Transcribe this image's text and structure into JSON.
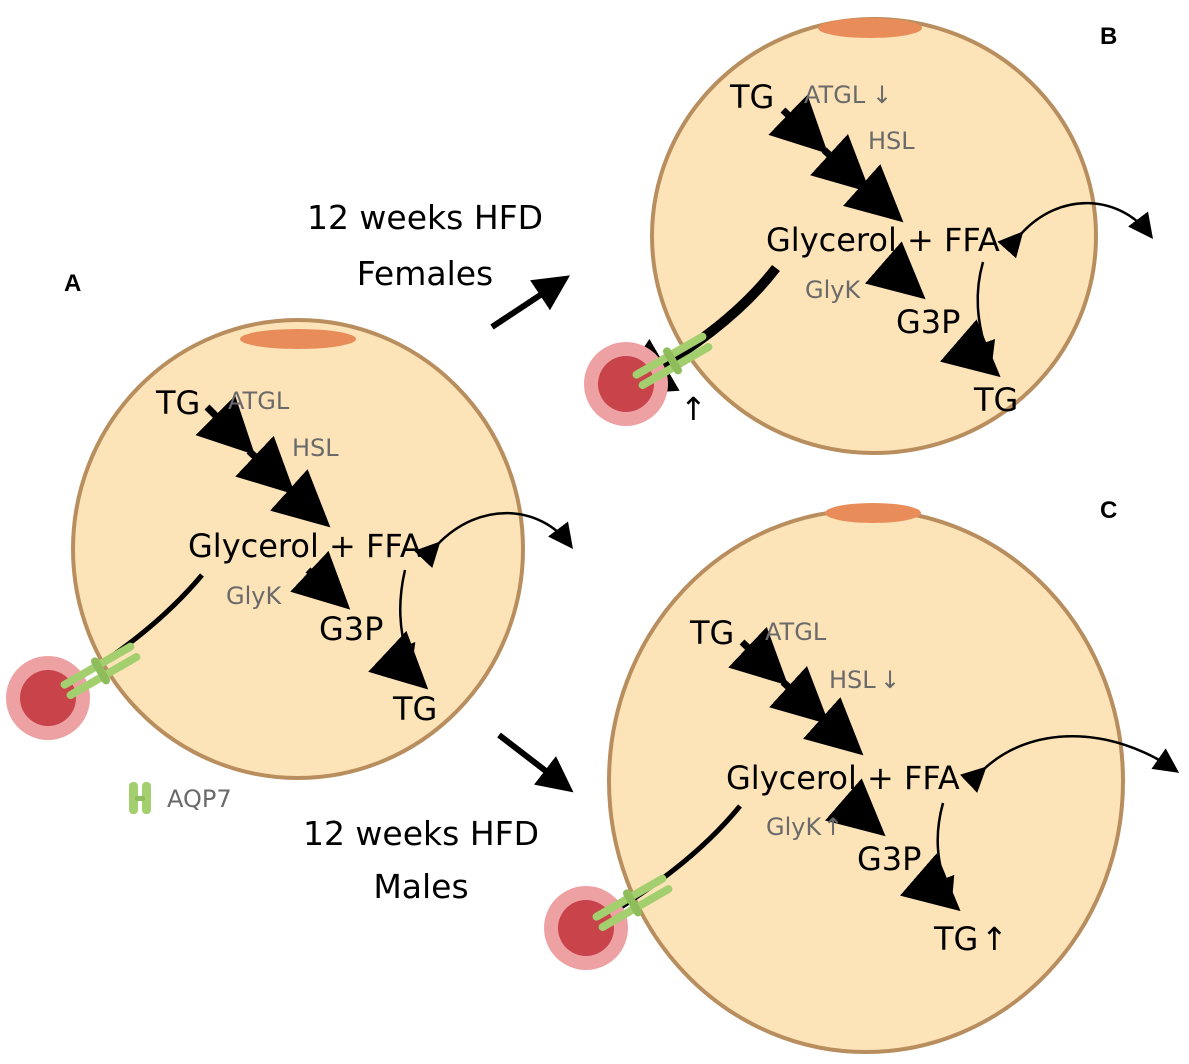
{
  "panels": {
    "A": {
      "letter": "A",
      "tg": "TG",
      "atgl": "ATGL",
      "hsl": "HSL",
      "glycerol_ffa": "Glycerol + FFA",
      "glyk": "GlyK",
      "g3p": "G3P",
      "tg_end": "TG"
    },
    "B": {
      "letter": "B",
      "tg": "TG",
      "atgl": "ATGL",
      "atgl_mark": "↓",
      "hsl": "HSL",
      "glycerol_ffa": "Glycerol + FFA",
      "glyk": "GlyK",
      "g3p": "G3P",
      "tg_end": "TG",
      "aqp7_mark": "↑"
    },
    "C": {
      "letter": "C",
      "tg": "TG",
      "atgl": "ATGL",
      "hsl": "HSL",
      "hsl_mark": "↓",
      "glycerol_ffa": "Glycerol + FFA",
      "glyk": "GlyK",
      "glyk_mark": "↑",
      "g3p": "G3P",
      "tg_end": "TG",
      "tg_end_mark": "↑"
    }
  },
  "conditions": {
    "females": {
      "line1": "12 weeks HFD",
      "line2": "Females"
    },
    "males": {
      "line1": "12 weeks HFD",
      "line2": "Males"
    }
  },
  "legend": {
    "label": "AQP7"
  },
  "colors": {
    "cell_fill": "#fde3b8",
    "cell_stroke": "#b98e5e",
    "nucleus": "#e88c5a",
    "vessel_outer": "#eea1a3",
    "vessel_inner": "#c8434a",
    "aqp7": "#a4cf6e"
  }
}
